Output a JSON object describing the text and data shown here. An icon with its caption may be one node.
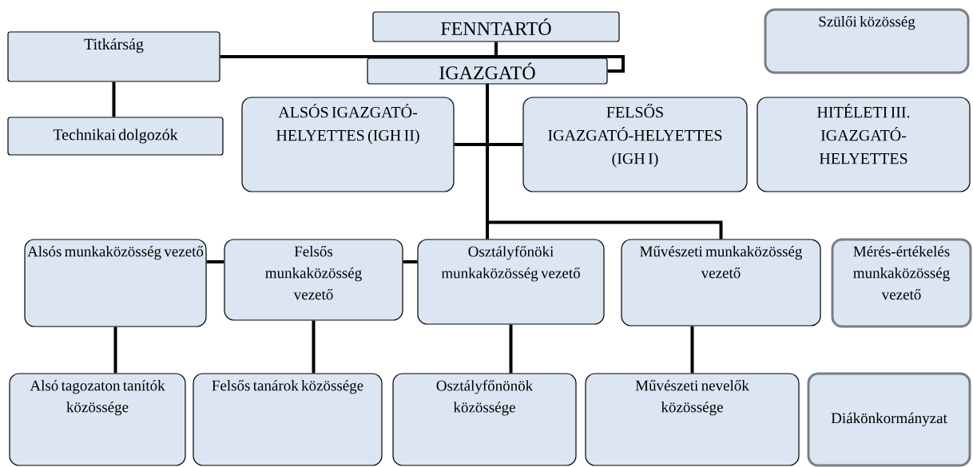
{
  "diagram": {
    "nodes": [
      {
        "text": [
          "FENNTARTÓ"
        ]
      },
      {
        "text": [
          "Titkárság"
        ]
      },
      {
        "text": [
          "IGAZGATÓ"
        ]
      },
      {
        "text": [
          "Szülői közösség"
        ]
      },
      {
        "text": [
          "Technikai dolgozók"
        ]
      },
      {
        "text": [
          "ALSÓS IGAZGATÓ-HELYETTES (IGH II)"
        ]
      },
      {
        "text": [
          "FELSŐS IGAZGATÓ-HELYETTES (IGH I)"
        ]
      },
      {
        "text": [
          "HITÉLETI III. IGAZGATÓ-HELYETTES"
        ]
      },
      {
        "text": [
          "Alsós munkaközösség vezető"
        ]
      },
      {
        "text": [
          "Felsős munkaközösség vezető"
        ]
      },
      {
        "text": [
          "Osztályfőnöki munkaközösség vezető"
        ]
      },
      {
        "text": [
          "Művészeti munkaközösség vezető"
        ]
      },
      {
        "text": [
          "Mérés-értékelés munkaközösség vezető"
        ]
      },
      {
        "text": [
          "Alsó tagozaton tanítók közössége"
        ]
      },
      {
        "text": [
          "Felsős tanárok közössége"
        ]
      },
      {
        "text": [
          "Osztályfőnönök közössége"
        ]
      },
      {
        "text": [
          "Művészeti nevelők közössége"
        ]
      },
      {
        "text": [
          "Diákönkormányzat"
        ]
      }
    ],
    "edges": [
      {
        "from": 0,
        "to": 2,
        "arrow": "none"
      },
      {
        "from": 1,
        "to": 2,
        "arrow": "none"
      },
      {
        "from": 1,
        "to": 4,
        "arrow": "none"
      },
      {
        "from": 2,
        "to": 5,
        "arrow": "none"
      },
      {
        "from": 2,
        "to": 6,
        "arrow": "none"
      },
      {
        "from": 2,
        "to": 10,
        "arrow": "none"
      },
      {
        "from": 2,
        "to": 11,
        "arrow": "none"
      },
      {
        "from": 8,
        "to": 9,
        "arrow": "none"
      },
      {
        "from": 9,
        "to": 10,
        "arrow": "none"
      },
      {
        "from": 8,
        "to": 13,
        "arrow": "none"
      },
      {
        "from": 9,
        "to": 14,
        "arrow": "none"
      },
      {
        "from": 10,
        "to": 15,
        "arrow": "none"
      },
      {
        "from": 11,
        "to": 16,
        "arrow": "none"
      }
    ]
  }
}
